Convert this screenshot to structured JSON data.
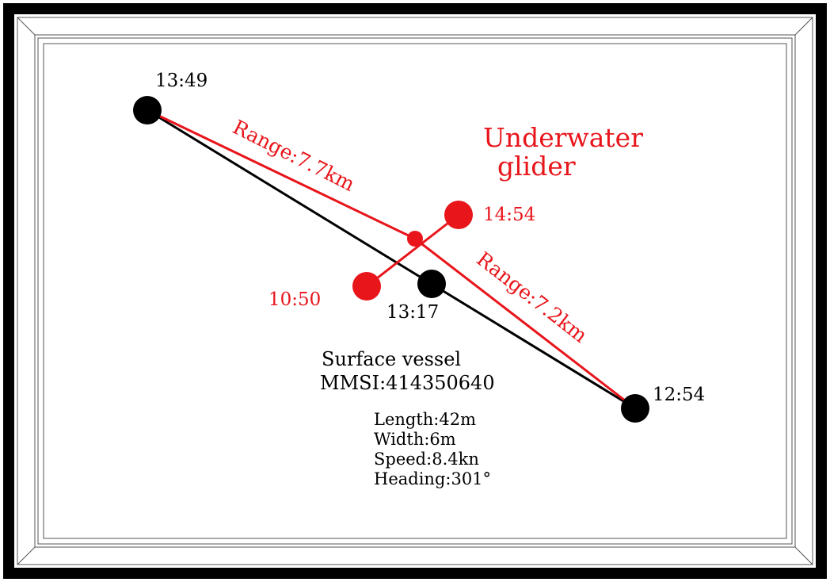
{
  "colors": {
    "vessel": "#000000",
    "glider": "#e8151b",
    "frame": "#000000",
    "background": "#ffffff"
  },
  "vessel": {
    "points": [
      {
        "time": "13:49"
      },
      {
        "time": "13:17"
      },
      {
        "time": "12:54"
      }
    ],
    "label_line1": "Surface vessel",
    "label_line2": "MMSI:414350640",
    "details": [
      "Length:42m",
      "Width:6m",
      "Speed:8.4kn",
      "Heading:301°"
    ]
  },
  "glider": {
    "title_line1": "Underwater",
    "title_line2": "glider",
    "points": [
      {
        "time": "14:54"
      },
      {
        "time": "10:50"
      }
    ]
  },
  "ranges": [
    {
      "label": "Range:7.7km"
    },
    {
      "label": "Range:7.2km"
    }
  ]
}
